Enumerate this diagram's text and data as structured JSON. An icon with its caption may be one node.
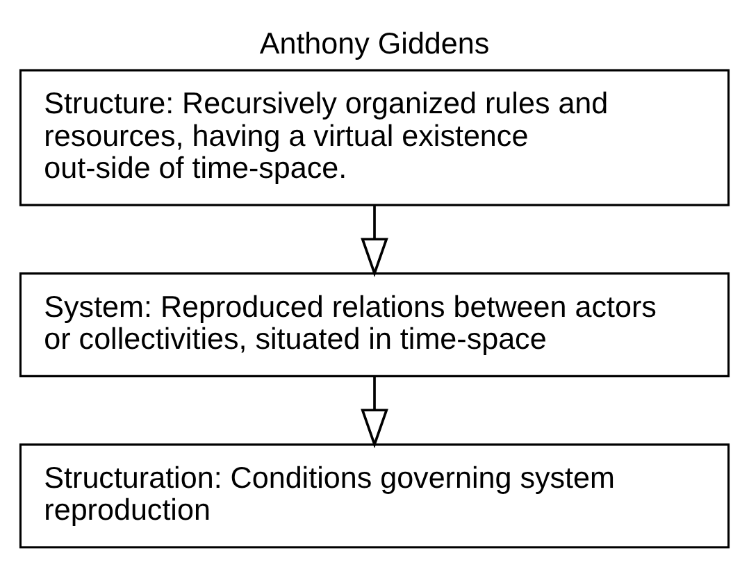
{
  "diagram": {
    "title": "Anthony Giddens",
    "nodes": [
      {
        "text": [
          "Structure: Recursively organized rules and resources, having a virtual existence out-side of time-space."
        ]
      },
      {
        "text": [
          "System: Reproduced relations between actors or collectivities, situated in time-space"
        ]
      },
      {
        "text": [
          "Structuration: Conditions governing system reproduction"
        ]
      }
    ],
    "edges": [
      {
        "from": 0,
        "to": 1,
        "arrow": "to"
      },
      {
        "from": 1,
        "to": 2,
        "arrow": "to"
      }
    ]
  }
}
